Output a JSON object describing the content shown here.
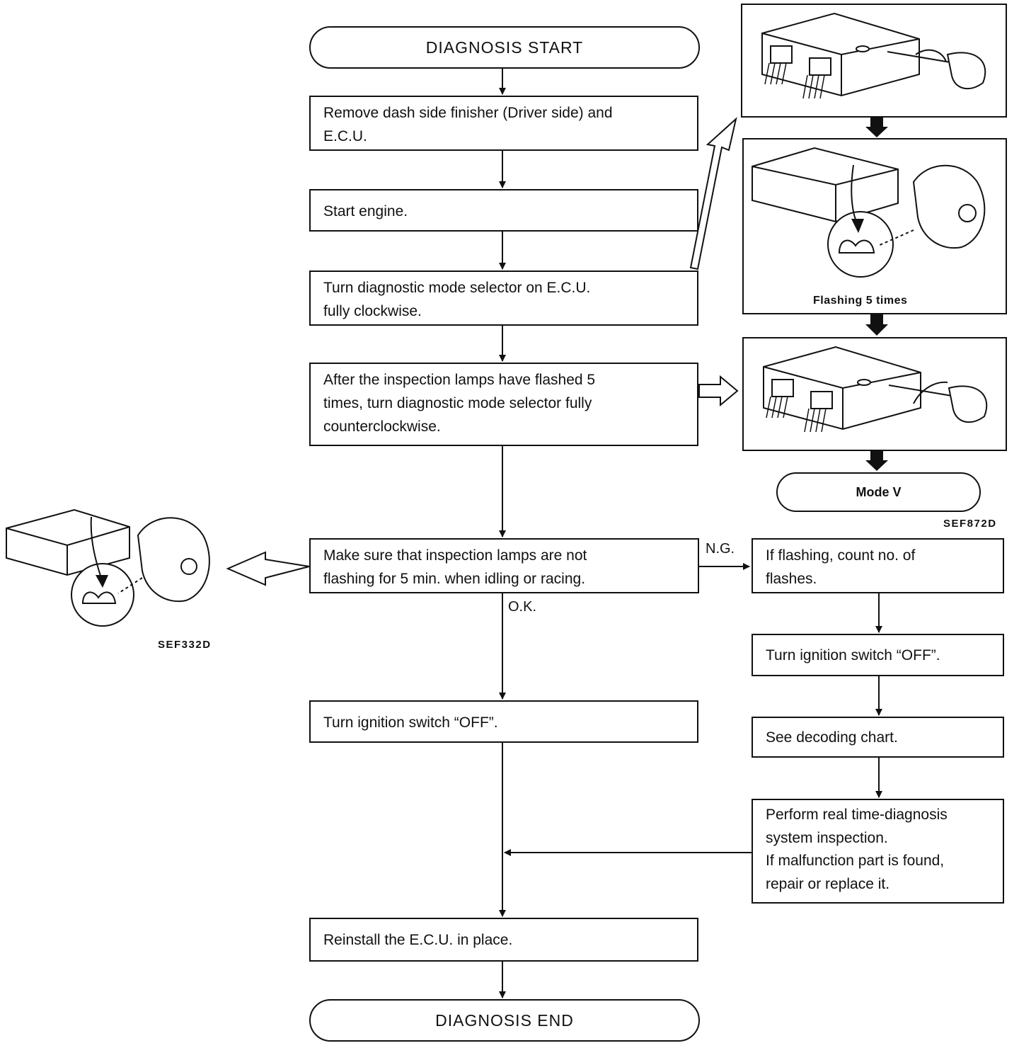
{
  "flow": {
    "start": "DIAGNOSIS START",
    "step1": [
      "Remove dash side finisher (Driver side) and",
      "E.C.U."
    ],
    "step2": [
      "Start engine."
    ],
    "step3": [
      "Turn diagnostic mode selector on E.C.U.",
      "fully clockwise."
    ],
    "step4": [
      "After the inspection lamps have flashed 5",
      "times, turn diagnostic mode selector fully",
      "counterclockwise."
    ],
    "step5": [
      "Make sure that inspection lamps are not",
      "flashing for 5 min. when idling or racing."
    ],
    "step6": [
      "Turn ignition switch “OFF”."
    ],
    "step7": [
      "Reinstall the E.C.U. in place."
    ],
    "end": "DIAGNOSIS END",
    "ok_label": "O.K.",
    "ng_label": "N.G."
  },
  "ng_branch": {
    "box1": [
      "If flashing, count no. of",
      "flashes."
    ],
    "box2": [
      "Turn ignition switch “OFF”."
    ],
    "box3": [
      "See decoding chart."
    ],
    "box4": [
      "Perform real time-diagnosis",
      "system inspection.",
      "If malfunction part is found,",
      "repair or replace it."
    ]
  },
  "illustrations": {
    "flashing_caption": "Flashing 5 times",
    "mode_terminal": "Mode V",
    "code_right": "SEF872D",
    "code_left": "SEF332D"
  }
}
